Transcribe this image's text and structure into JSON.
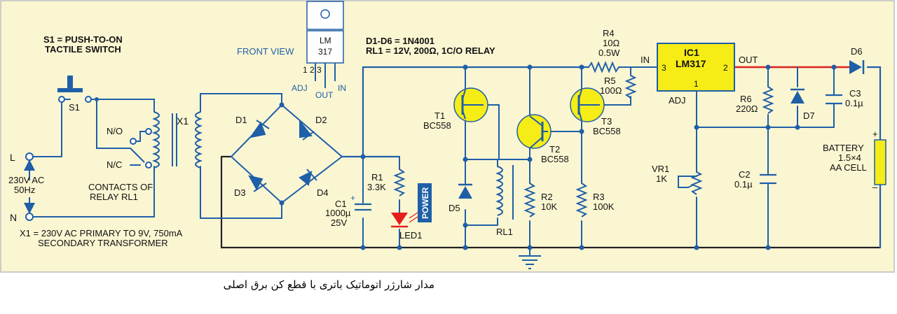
{
  "colors": {
    "panel_bg": "#fbf6d2",
    "panel_border": "#bdbdbd",
    "wire_blue": "#1e5fa8",
    "wire_black": "#222222",
    "wire_red": "#d9201f",
    "transistor_fill": "#f6ec16",
    "ic_fill": "#f6ec16",
    "power_tag_bg": "#1e5fa8",
    "led_red": "#e41d1d",
    "text": "#111111",
    "blue_text": "#1e5fa8"
  },
  "notes": {
    "s1_line1": "S1 = PUSH-TO-ON",
    "s1_line2": "TACTILE SWITCH",
    "diodes_line": "D1-D6 = 1N4001",
    "relay_line": "RL1 = 12V, 200Ω, 1C/O RELAY",
    "x1_line1": "X1 = 230V AC PRIMARY TO 9V, 750mA",
    "x1_line2": "SECONDARY TRANSFORMER",
    "front_view": "FRONT VIEW",
    "contacts_line1": "CONTACTS OF",
    "contacts_line2": "RELAY RL1"
  },
  "regulator_pinout": {
    "chip_line1": "LM",
    "chip_line2": "317",
    "pin_numbers": "1  2  3",
    "adj": "ADJ",
    "out": "OUT",
    "in": "IN"
  },
  "input": {
    "L": "L",
    "N": "N",
    "voltage": "230V AC",
    "freq": "50Hz",
    "switch_label": "S1",
    "no_label": "N/O",
    "nc_label": "N/C"
  },
  "components": {
    "X1": "X1",
    "D1": "D1",
    "D2": "D2",
    "D3": "D3",
    "D4": "D4",
    "D5": "D5",
    "D6": "D6",
    "D7": "D7",
    "C1_name": "C1",
    "C1_val1": "1000µ",
    "C1_val2": "25V",
    "R1_name": "R1",
    "R1_val": "3.3K",
    "LED1": "LED1",
    "power_tag": "POWER",
    "T1_name": "T1",
    "T1_type": "BC558",
    "T2_name": "T2",
    "T2_type": "BC558",
    "T3_name": "T3",
    "T3_type": "BC558",
    "R2_name": "R2",
    "R2_val": "10K",
    "R3_name": "R3",
    "R3_val": "100K",
    "RL1": "RL1",
    "R4_name": "R4",
    "R4_val1": "10Ω",
    "R4_val2": "0.5W",
    "R5_name": "R5",
    "R5_val": "100Ω",
    "IC1_name": "IC1",
    "IC1_type": "LM317",
    "IC_in": "IN",
    "IC_out": "OUT",
    "IC_adj": "ADJ",
    "IC_pin3": "3",
    "IC_pin2": "2",
    "IC_pin1": "1",
    "R6_name": "R6",
    "R6_val": "220Ω",
    "C3_name": "C3",
    "C3_val": "0.1µ",
    "C2_name": "C2",
    "C2_val": "0.1µ",
    "VR1_name": "VR1",
    "VR1_val": "1K",
    "battery_line1": "BATTERY",
    "battery_line2": "1.5×4",
    "battery_line3": "AA CELL",
    "plus": "+",
    "minus": "–"
  },
  "caption": "مدار شارژر اتوماتیک باتری با قطع کن برق اصلی"
}
